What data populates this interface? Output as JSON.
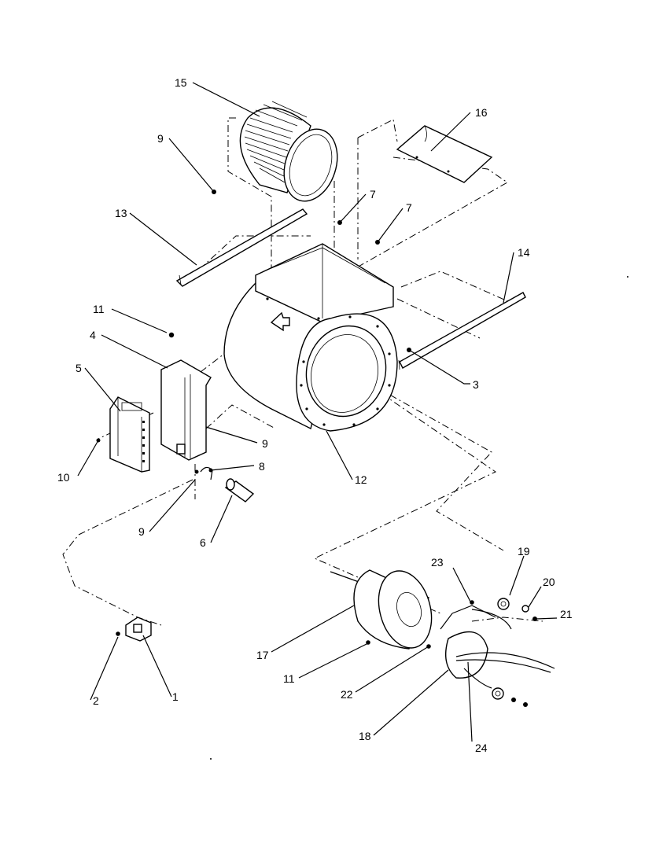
{
  "callouts": {
    "c1": "1",
    "c2": "2",
    "c3": "3",
    "c4": "4",
    "c5": "5",
    "c6": "6",
    "c7a": "7",
    "c7b": "7",
    "c8": "8",
    "c9a": "9",
    "c9b": "9",
    "c9c": "9",
    "c10": "10",
    "c11a": "11",
    "c11b": "11",
    "c12": "12",
    "c13": "13",
    "c14": "14",
    "c15": "15",
    "c16": "16",
    "c17": "17",
    "c18": "18",
    "c19": "19",
    "c20": "20",
    "c21": "21",
    "c22": "22",
    "c23": "23",
    "c24": "24"
  }
}
